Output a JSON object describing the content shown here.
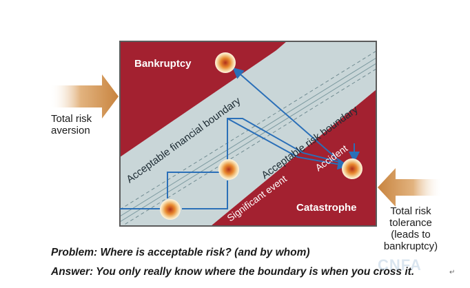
{
  "labels": {
    "bankruptcy": "Bankruptcy",
    "catastrophe": "Catastrophe",
    "financial_boundary": "Acceptable financial boundary",
    "risk_boundary": "Acceptable risk boundary",
    "accident": "Accident",
    "significant_event": "Significant event"
  },
  "left_label": [
    "Total risk",
    "aversion"
  ],
  "right_label": [
    "Total risk",
    "tolerance",
    "(leads to",
    "bankruptcy)"
  ],
  "problem": "Problem: Where is acceptable risk? (and by whom)",
  "answer": "Answer: You only really know where the boundary is when you cross it.",
  "watermark": "CNFA",
  "return_mark": "↵",
  "colors": {
    "danger_red": "#a32130",
    "safe_zone": "#c9d6d8",
    "path_blue": "#2a6fb8",
    "arrow_orange": "#c8843f"
  }
}
